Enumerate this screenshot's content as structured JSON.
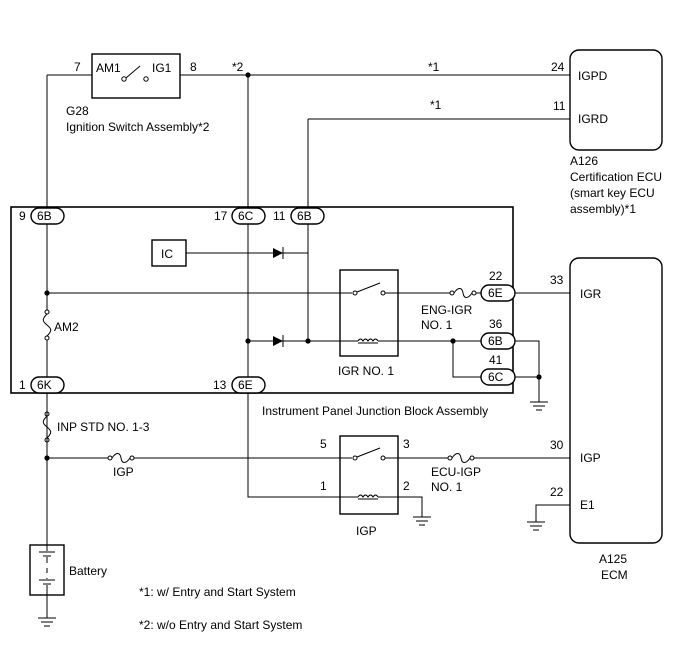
{
  "ignition_switch": {
    "code": "G28",
    "name": "Ignition Switch Assembly*2",
    "pin_left": "7",
    "pin_right": "8",
    "contact_left": "AM1",
    "contact_right": "IG1"
  },
  "note_marks": {
    "top_star2": "*2",
    "igpd_star1": "*1",
    "igrd_star1": "*1"
  },
  "cert_ecu": {
    "code": "A126",
    "name_line1": "Certification ECU",
    "name_line2": "(smart key ECU",
    "name_line3": "assembly)*1",
    "pin_igpd": "24",
    "pin_igrd": "11",
    "label_igpd": "IGPD",
    "label_igrd": "IGRD"
  },
  "junction_block": {
    "name": "Instrument Panel Junction Block Assembly",
    "connectors": {
      "c_9": {
        "pin": "9",
        "id": "6B"
      },
      "c_17": {
        "pin": "17",
        "id": "6C"
      },
      "c_11": {
        "pin": "11",
        "id": "6B"
      },
      "c_1": {
        "pin": "1",
        "id": "6K"
      },
      "c_13": {
        "pin": "13",
        "id": "6E"
      },
      "c_22": {
        "pin": "22",
        "id": "6E"
      },
      "c_36": {
        "pin": "36",
        "id": "6B"
      },
      "c_41": {
        "pin": "41",
        "id": "6C"
      }
    },
    "ic_label": "IC",
    "am2_label": "AM2",
    "relay_label": "IGR NO. 1",
    "fuse_eng_igr_line1": "ENG-IGR",
    "fuse_eng_igr_line2": "NO. 1"
  },
  "fuse_inp": "INP STD NO. 1-3",
  "fuse_igp": "IGP",
  "igp_relay": {
    "label": "IGP",
    "pin5": "5",
    "pin3": "3",
    "pin1": "1",
    "pin2": "2"
  },
  "fuse_ecu_igp_line1": "ECU-IGP",
  "fuse_ecu_igp_line2": "NO. 1",
  "ecm": {
    "code": "A125",
    "name": "ECM",
    "pin_igr": "33",
    "pin_igp": "30",
    "pin_e1": "22",
    "label_igr": "IGR",
    "label_igp": "IGP",
    "label_e1": "E1"
  },
  "battery_label": "Battery",
  "footnotes": {
    "note1": "*1: w/ Entry and Start System",
    "note2": "*2: w/o Entry and Start System"
  }
}
